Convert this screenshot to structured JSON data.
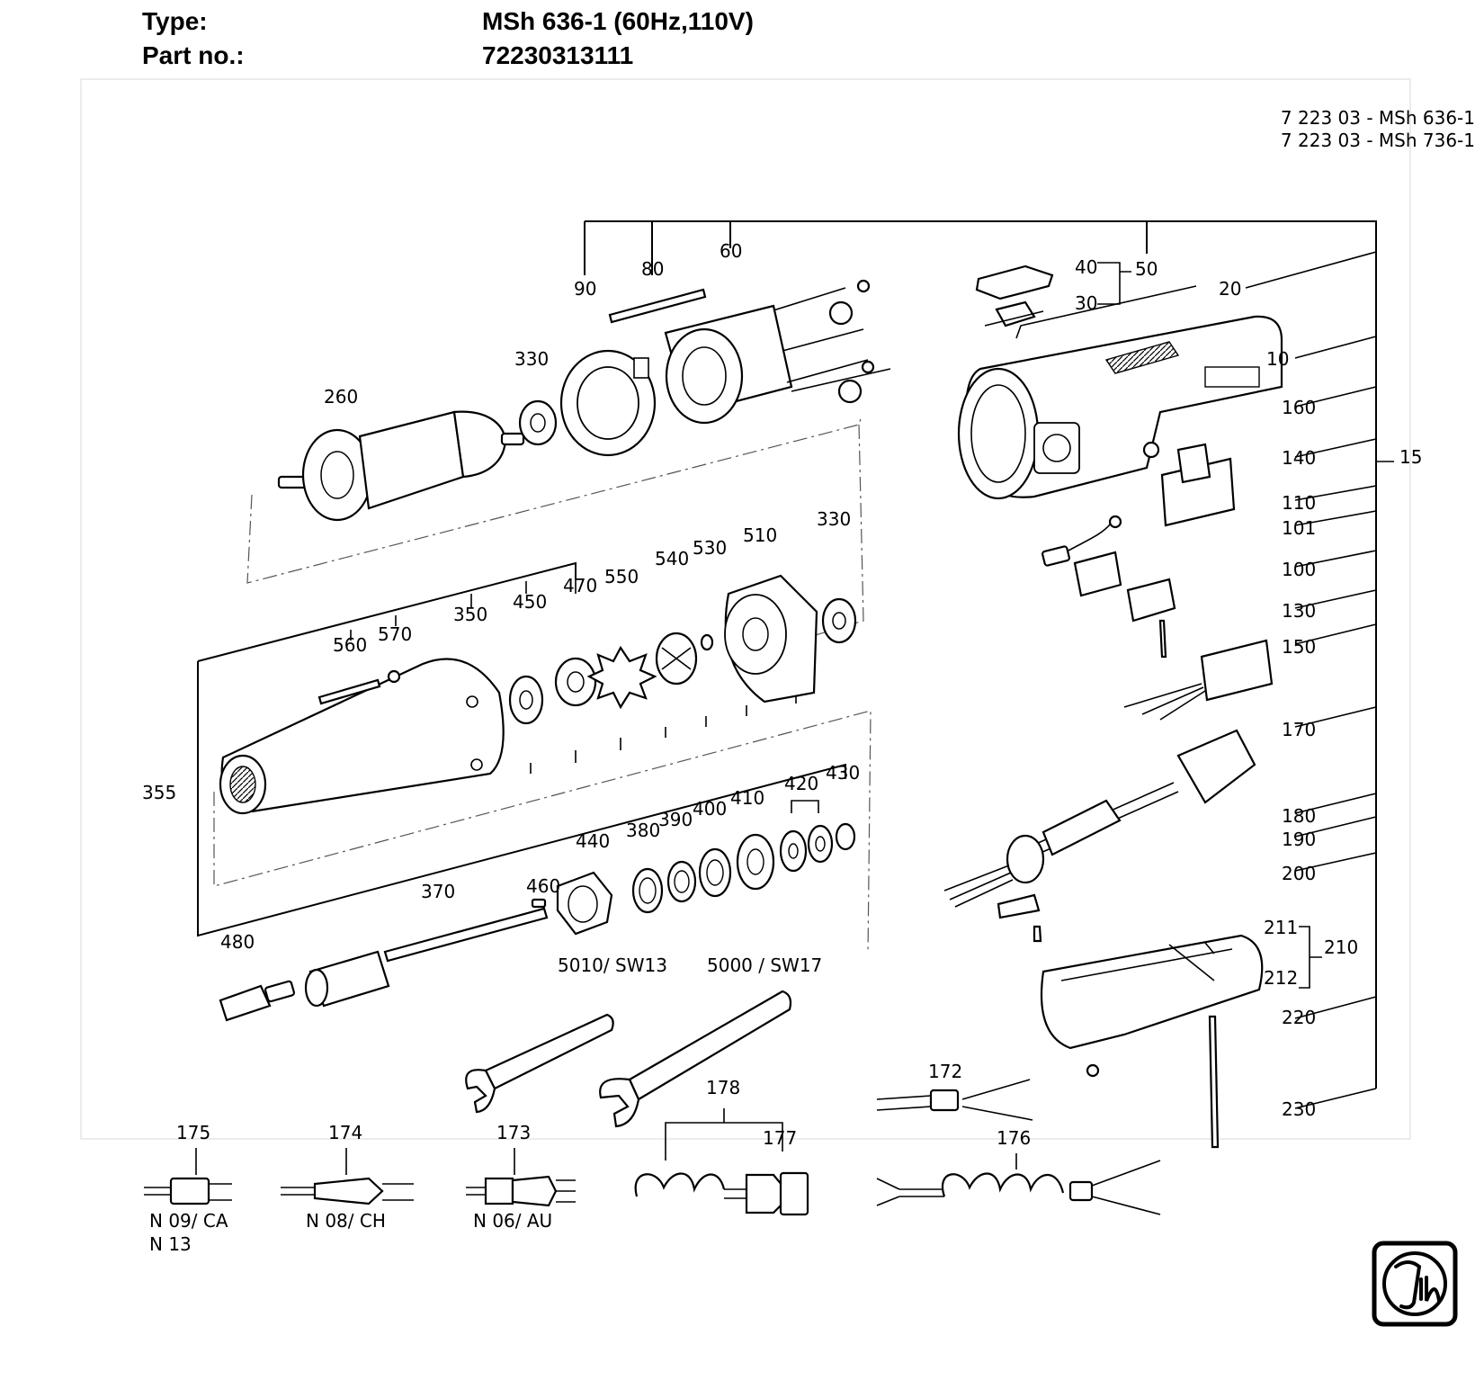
{
  "header": {
    "type_label": "Type:",
    "type_value": "MSh 636-1 (60Hz,110V)",
    "part_label": "Part no.:",
    "part_value": "72230313111"
  },
  "drawing": {
    "ref_line_1": "7 223 03 - MSh 636-1",
    "ref_line_2": "7 223 03 - MSh 736-1",
    "callouts": [
      {
        "id": "10"
      },
      {
        "id": "15"
      },
      {
        "id": "20"
      },
      {
        "id": "30"
      },
      {
        "id": "40"
      },
      {
        "id": "50"
      },
      {
        "id": "60"
      },
      {
        "id": "80"
      },
      {
        "id": "90"
      },
      {
        "id": "100"
      },
      {
        "id": "101"
      },
      {
        "id": "110"
      },
      {
        "id": "130"
      },
      {
        "id": "140"
      },
      {
        "id": "150"
      },
      {
        "id": "160"
      },
      {
        "id": "170"
      },
      {
        "id": "172"
      },
      {
        "id": "173"
      },
      {
        "id": "174"
      },
      {
        "id": "175"
      },
      {
        "id": "176"
      },
      {
        "id": "177"
      },
      {
        "id": "178"
      },
      {
        "id": "180"
      },
      {
        "id": "190"
      },
      {
        "id": "200"
      },
      {
        "id": "210"
      },
      {
        "id": "211"
      },
      {
        "id": "212"
      },
      {
        "id": "220"
      },
      {
        "id": "230"
      },
      {
        "id": "260"
      },
      {
        "id": "330"
      },
      {
        "id": "330"
      },
      {
        "id": "350"
      },
      {
        "id": "355"
      },
      {
        "id": "370"
      },
      {
        "id": "380"
      },
      {
        "id": "390"
      },
      {
        "id": "400"
      },
      {
        "id": "410"
      },
      {
        "id": "420"
      },
      {
        "id": "430"
      },
      {
        "id": "440"
      },
      {
        "id": "450"
      },
      {
        "id": "460"
      },
      {
        "id": "470"
      },
      {
        "id": "480"
      },
      {
        "id": "510"
      },
      {
        "id": "530"
      },
      {
        "id": "540"
      },
      {
        "id": "550"
      },
      {
        "id": "560"
      },
      {
        "id": "570"
      },
      {
        "id": "5010/ SW13"
      },
      {
        "id": "5000 / SW17"
      }
    ],
    "plug_variants": [
      {
        "lines": [
          "N 09/ CA",
          "N 13"
        ]
      },
      {
        "lines": [
          "N 08/ CH"
        ]
      },
      {
        "lines": [
          "N 06/ AU"
        ]
      }
    ]
  }
}
